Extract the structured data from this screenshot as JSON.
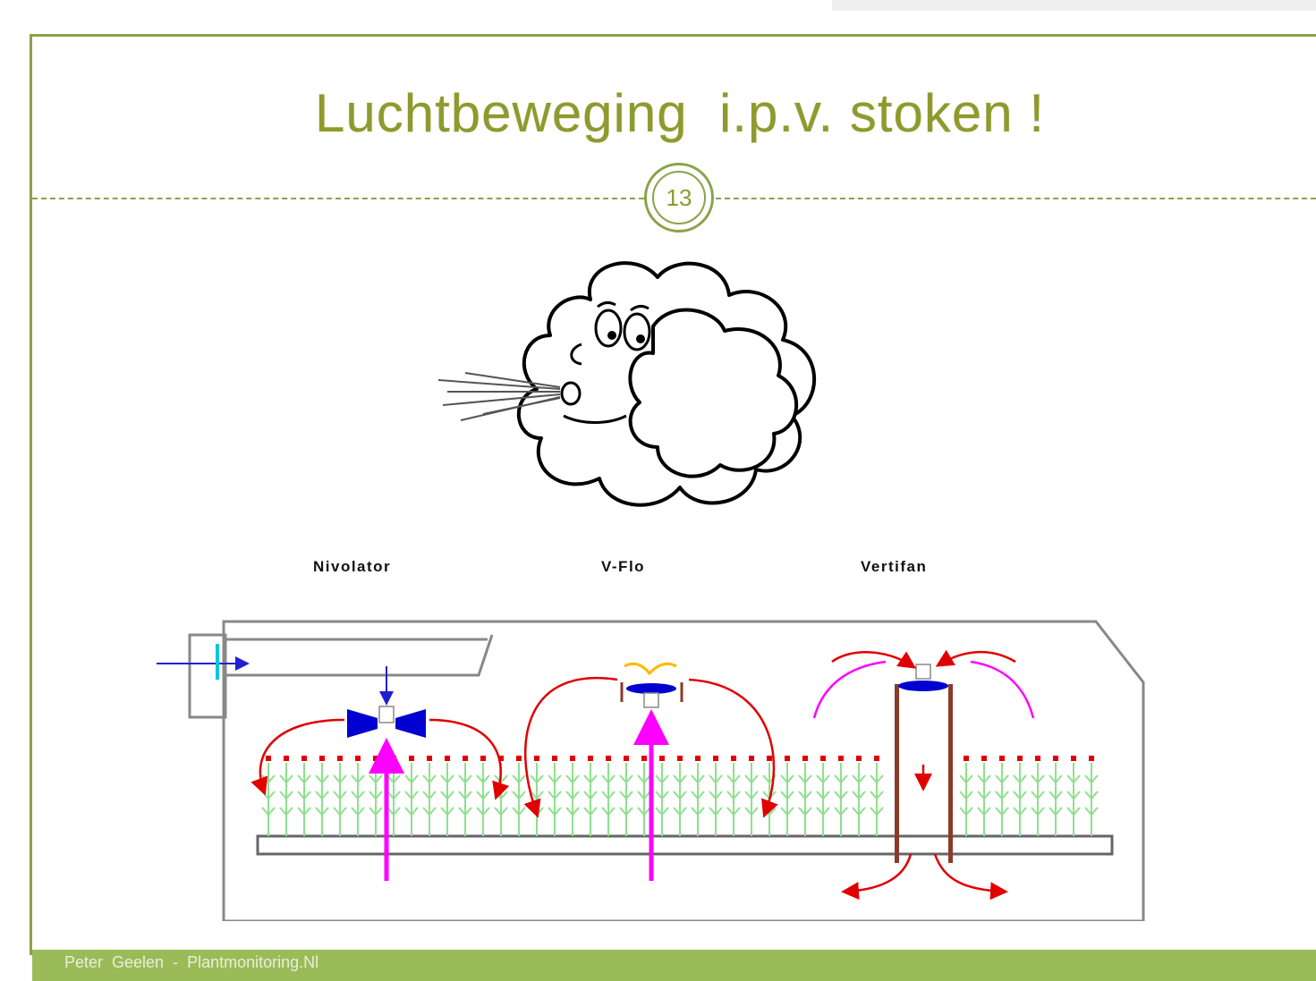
{
  "slide": {
    "title": "Luchtbeweging  i.p.v. stoken !",
    "page_number": "13"
  },
  "diagram": {
    "labels": {
      "nivolator": "Nivolator",
      "vflo": "V-Flo",
      "vertifan": "Vertifan"
    }
  },
  "footer": {
    "text": "Peter  Geelen  -  Plantmonitoring.Nl"
  },
  "colors": {
    "accent": "#8aa348",
    "title": "#8f9a2e",
    "footer": "#9bbb59",
    "air_arrow": "#e00000",
    "fan_arrow": "#ff00ff",
    "plants": "#8ee08e"
  }
}
